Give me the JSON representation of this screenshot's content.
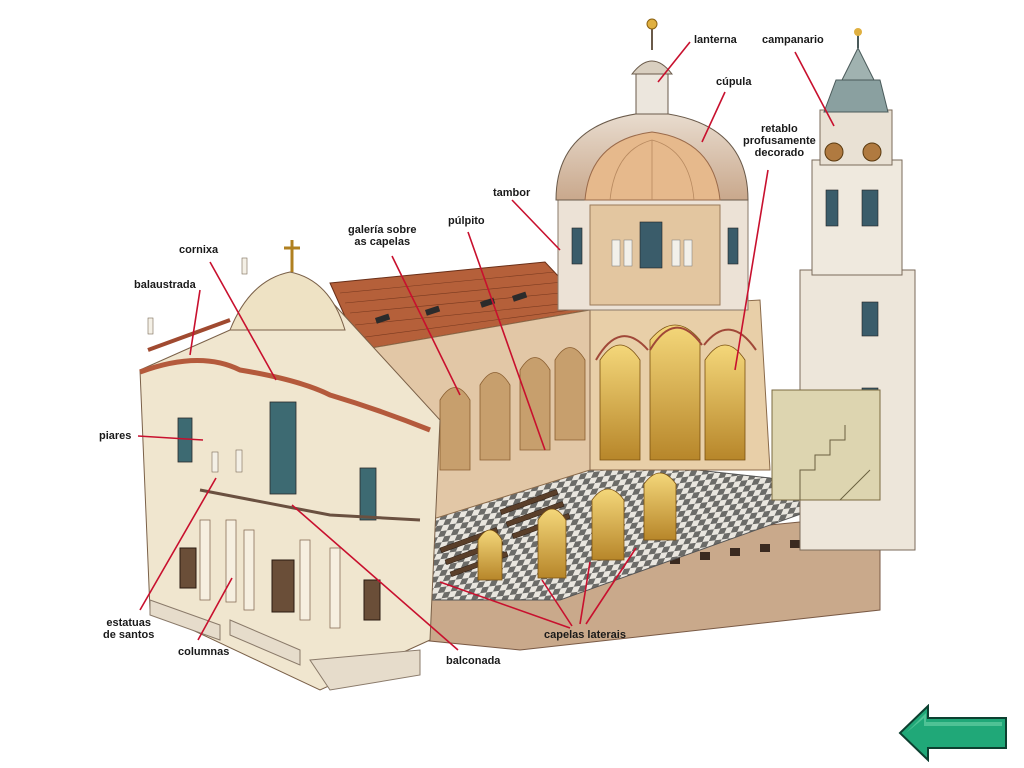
{
  "labels": {
    "lanterna": "lanterna",
    "campanario": "campanario",
    "cupula": "cúpula",
    "retablo": "retablo\nprofusamente\ndecorado",
    "tambor": "tambor",
    "pulpito": "púlpito",
    "galeria": "galería sobre\nas capelas",
    "cornixa": "cornixa",
    "balaustrada": "balaustrada",
    "piares": "piares",
    "estatuas": "estatuas\nde santos",
    "columnas": "columnas",
    "balconada": "balconada",
    "capelas": "capelas laterais"
  },
  "navigation": {
    "back_icon": "arrow-left-icon"
  },
  "colors": {
    "leader_line": "#c8102e",
    "arrow_fill": "#20a878",
    "arrow_stroke": "#0c4030"
  }
}
